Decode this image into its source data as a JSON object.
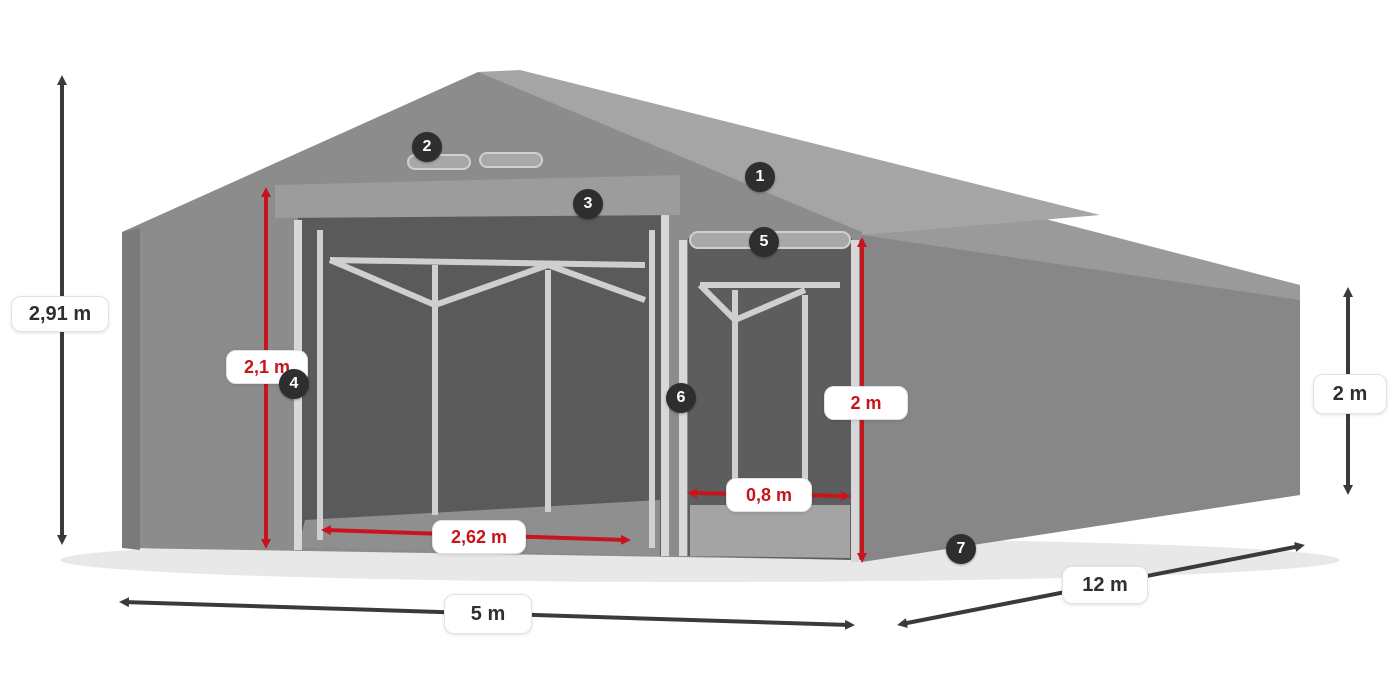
{
  "colors": {
    "tent_fabric": "#8a8a8a",
    "tent_shadow": "#6f6f6f",
    "frame_metal": "#c9c9c9",
    "interior": "#5c5c5c",
    "dimension_black": "#3a3a3a",
    "dimension_red": "#c8141c",
    "badge": "#2e2e2e"
  },
  "dimensions": {
    "total_height": "2,91 m",
    "side_height": "2 m",
    "width": "5 m",
    "length": "12 m",
    "gate_height": "2,1 m",
    "gate_width": "2,62 m",
    "door_height": "2 m",
    "door_width": "0,8 m"
  },
  "badges": [
    "1",
    "2",
    "3",
    "4",
    "5",
    "6",
    "7"
  ]
}
